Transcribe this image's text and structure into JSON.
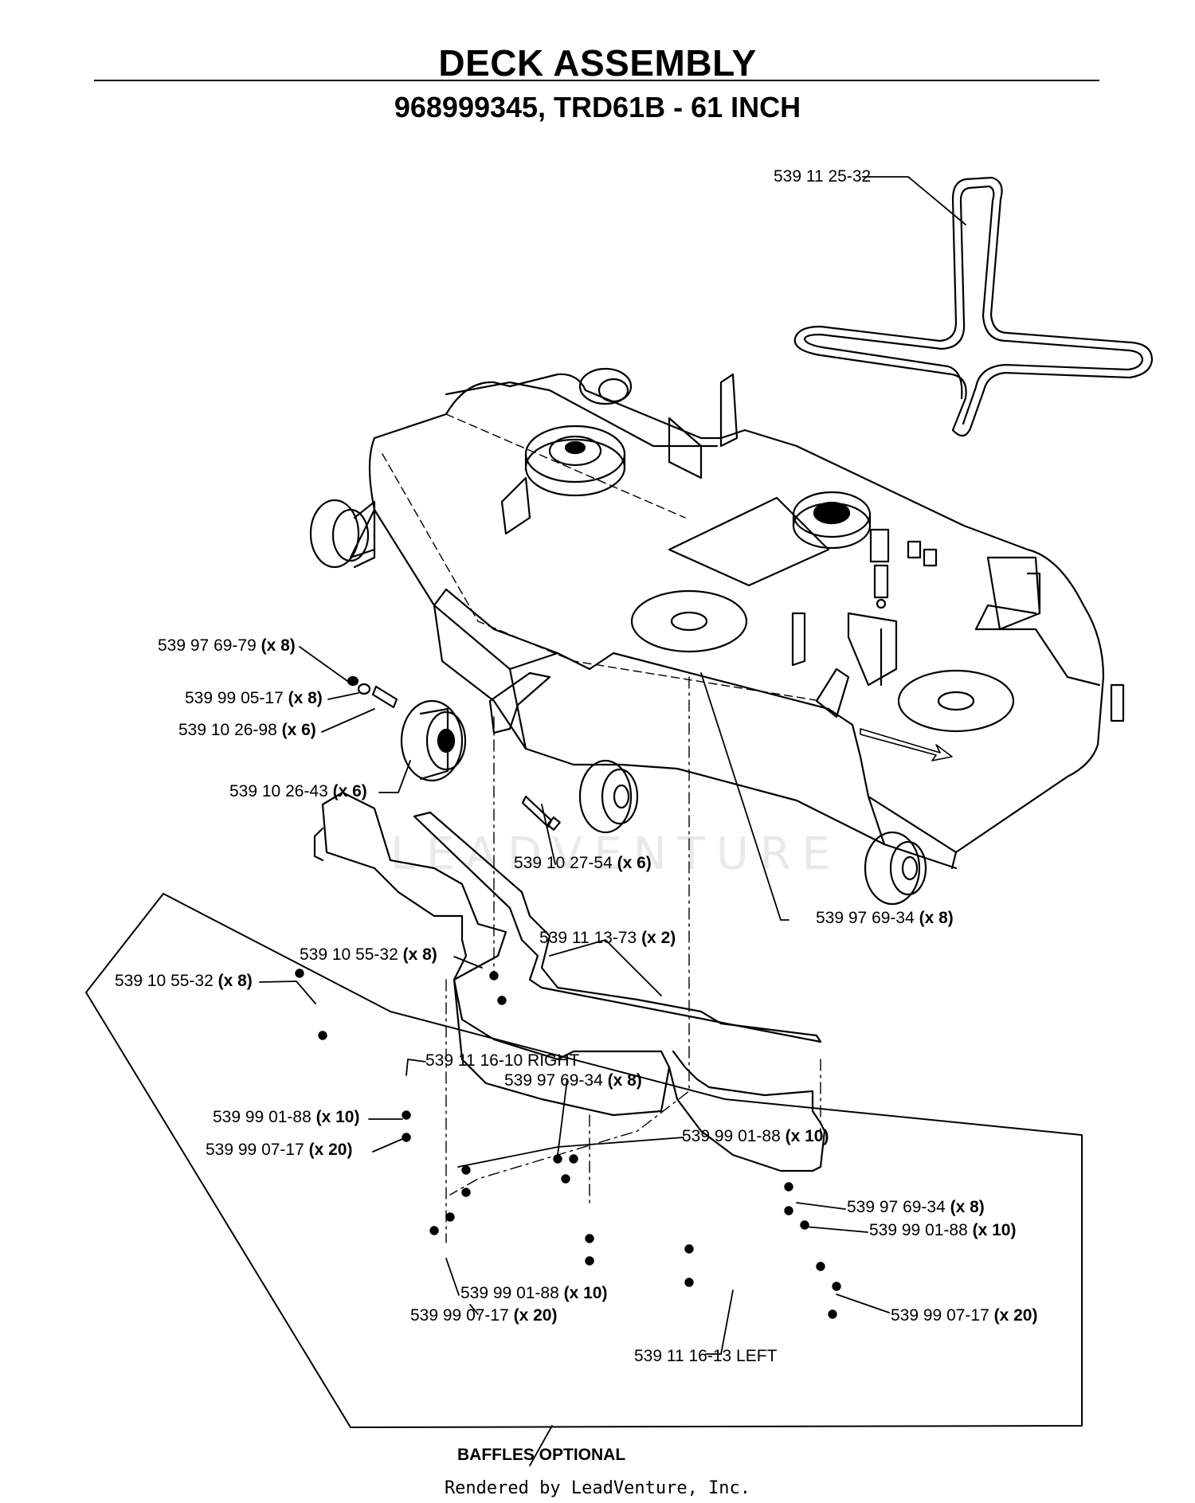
{
  "header": {
    "title": "DECK ASSEMBLY",
    "subtitle": "968999345, TRD61B - 61 INCH"
  },
  "parts": [
    {
      "id": "belt",
      "number": "539 11 25-32",
      "qty": ""
    },
    {
      "id": "nut-upper",
      "number": "539 97 69-79",
      "qty": "(x 8)"
    },
    {
      "id": "washer-upper",
      "number": "539 99 05-17",
      "qty": "(x 8)"
    },
    {
      "id": "spacer",
      "number": "539 10 26-98",
      "qty": "(x 6)"
    },
    {
      "id": "wheel",
      "number": "539 10 26-43",
      "qty": "(x 6)"
    },
    {
      "id": "bolt",
      "number": "539 10 27-54",
      "qty": "(x 6)"
    },
    {
      "id": "nut-deck",
      "number": "539 97 69-34",
      "qty": "(x 8)"
    },
    {
      "id": "bracket",
      "number": "539 11 13-73",
      "qty": "(x 2)"
    },
    {
      "id": "screw-center",
      "number": "539 10 55-32",
      "qty": "(x 8)"
    },
    {
      "id": "screw-left",
      "number": "539 10 55-32",
      "qty": "(x 8)"
    },
    {
      "id": "baffle-right",
      "number": "539 11 16-10 RIGHT",
      "qty": ""
    },
    {
      "id": "nut-baffle",
      "number": "539 97 69-34",
      "qty": "(x 8)"
    },
    {
      "id": "nut-flange-a",
      "number": "539 99 01-88",
      "qty": "(x 10)"
    },
    {
      "id": "washer-a",
      "number": "539 99 07-17",
      "qty": "(x 20)"
    },
    {
      "id": "nut-flange-b",
      "number": "539 99 01-88",
      "qty": "(x 10)"
    },
    {
      "id": "nut-right",
      "number": "539 97 69-34",
      "qty": "(x 8)"
    },
    {
      "id": "nut-flange-c",
      "number": "539 99 01-88",
      "qty": "(x 10)"
    },
    {
      "id": "nut-flange-d",
      "number": "539 99 01-88",
      "qty": "(x 10)"
    },
    {
      "id": "washer-b",
      "number": "539 99 07-17",
      "qty": "(x 20)"
    },
    {
      "id": "washer-c",
      "number": "539 99 07-17",
      "qty": "(x 20)"
    },
    {
      "id": "baffle-left",
      "number": "539 11 16-13 LEFT",
      "qty": ""
    }
  ],
  "notes": {
    "baffles": "BAFFLES OPTIONAL"
  },
  "footer": "Rendered by LeadVenture, Inc.",
  "watermark": "LEADVENTURE"
}
